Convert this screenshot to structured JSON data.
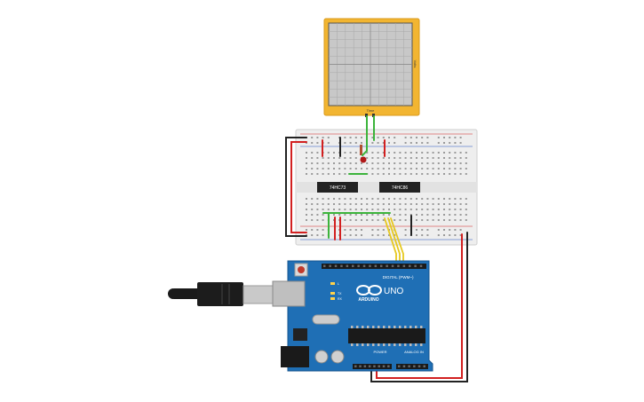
{
  "oscilloscope": {
    "x_label": "Time",
    "y_label": "Volts"
  },
  "breadboard": {
    "chips": [
      {
        "label": "74HC73"
      },
      {
        "label": "74HC86"
      }
    ]
  },
  "arduino": {
    "brand_label": "ARDUINO",
    "model_label": "UNO",
    "digital_header_label": "DIGITAL (PWM~)",
    "power_header_label": "POWER",
    "analog_header_label": "ANALOG IN",
    "led_labels": [
      "L",
      "TX",
      "RX"
    ]
  },
  "colors": {
    "scope_frame": "#f2b531",
    "scope_screen": "#c8c8c8",
    "breadboard": "#eeeeee",
    "arduino_board": "#1f6fb5",
    "chip": "#222222",
    "wire_red": "#d22020",
    "wire_black": "#222222",
    "wire_green": "#3cb43c",
    "wire_yellow": "#e6c81e"
  }
}
